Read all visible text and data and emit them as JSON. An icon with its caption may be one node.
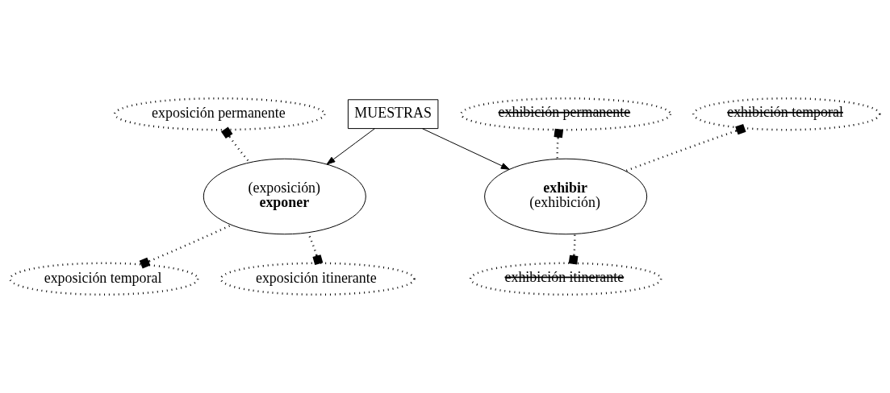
{
  "diagram": {
    "nodes": [
      {
        "text": [
          "MUESTRAS"
        ]
      },
      {
        "text": [
          "exposición permanente"
        ]
      },
      {
        "text": [
          "exhibición permanente"
        ]
      },
      {
        "text": [
          "(exposición)",
          "exponer"
        ]
      },
      {
        "text": [
          "exhibir",
          "(exhibición)"
        ]
      },
      {
        "text": [
          "exhibición temporal"
        ]
      },
      {
        "text": [
          "exposición temporal"
        ]
      },
      {
        "text": [
          "exposición itinerante"
        ]
      },
      {
        "text": [
          "exhibición itinerante"
        ]
      }
    ],
    "edges": [
      {
        "from": 0,
        "to": 3,
        "arrow": "to"
      },
      {
        "from": 0,
        "to": 4,
        "arrow": "to"
      },
      {
        "from": 1,
        "to": 3,
        "arrow": "other",
        "style": "dashed"
      },
      {
        "from": 2,
        "to": 4,
        "arrow": "other",
        "style": "dashed"
      },
      {
        "from": 5,
        "to": 4,
        "arrow": "other",
        "style": "dashed"
      },
      {
        "from": 6,
        "to": 3,
        "arrow": "other",
        "style": "dashed"
      },
      {
        "from": 7,
        "to": 3,
        "arrow": "other",
        "style": "dashed"
      },
      {
        "from": 8,
        "to": 4,
        "arrow": "other",
        "style": "dashed"
      }
    ]
  }
}
